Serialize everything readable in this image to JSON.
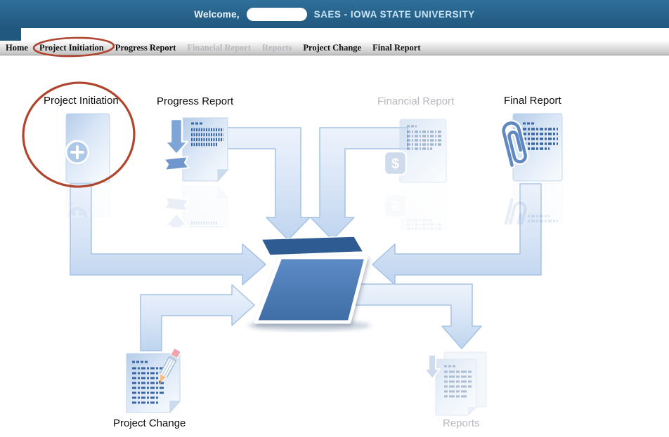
{
  "header": {
    "welcome_label": "Welcome,",
    "organization": "SAES - IOWA STATE UNIVERSITY"
  },
  "nav": {
    "items": [
      {
        "label": "Home",
        "enabled": true
      },
      {
        "label": "Project Initiation",
        "enabled": true,
        "highlighted": true
      },
      {
        "label": "Progress Report",
        "enabled": true
      },
      {
        "label": "Financial Report",
        "enabled": false
      },
      {
        "label": "Reports",
        "enabled": false
      },
      {
        "label": "Project Change",
        "enabled": true
      },
      {
        "label": "Final Report",
        "enabled": true
      }
    ]
  },
  "diagram": {
    "nodes": {
      "project_initiation": {
        "label": "Project Initiation",
        "enabled": true
      },
      "progress_report": {
        "label": "Progress Report",
        "enabled": true
      },
      "financial_report": {
        "label": "Financial Report",
        "enabled": false
      },
      "final_report": {
        "label": "Final Report",
        "enabled": true
      },
      "project_change": {
        "label": "Project Change",
        "enabled": true
      },
      "reports": {
        "label": "Reports",
        "enabled": false
      }
    },
    "financial_badge_symbol": "$"
  },
  "colors": {
    "header_bg": "#21587e",
    "annotation_red": "#b0452e",
    "disabled_text": "#b5b9be",
    "folder_blue": "#4a7cb8",
    "arrow_fill": "#d7e4f6"
  }
}
